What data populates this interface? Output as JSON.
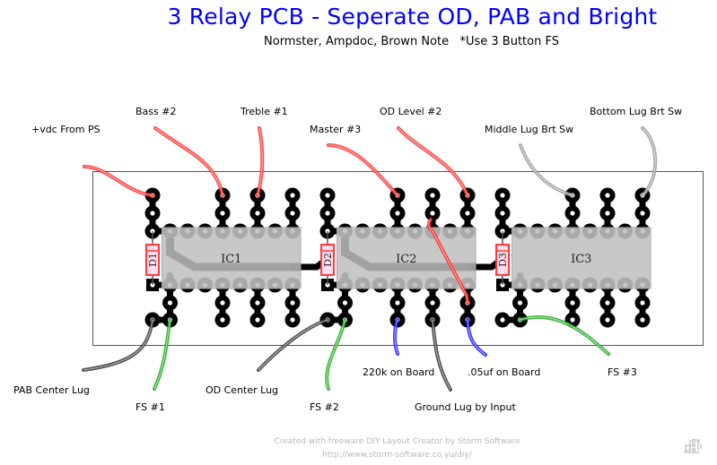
{
  "header": {
    "title": "3 Relay PCB - Seperate OD, PAB and Bright",
    "subtitle": "Normster, Ampdoc, Brown Note   *Use 3 Button FS"
  },
  "colors": {
    "title": "#0000ff",
    "trace": "#000000",
    "ic_body": "#c0c0c0",
    "diode_outline": "#ff3b3b",
    "wire_red": "#ff2a2a",
    "wire_gray": "#9a9a9a",
    "wire_black": "#333333",
    "wire_green": "#22aa22",
    "wire_blue": "#1a1aff"
  },
  "components": {
    "ics": [
      {
        "label": "IC1"
      },
      {
        "label": "IC2"
      },
      {
        "label": "IC3"
      }
    ],
    "diodes": [
      {
        "label": "D1"
      },
      {
        "label": "D2"
      },
      {
        "label": "D3"
      }
    ]
  },
  "wire_labels": {
    "vdc": "+vdc From PS",
    "bass": "Bass #2",
    "treble": "Treble #1",
    "master": "Master #3",
    "od_level": "OD Level #2",
    "middle_lug": "Middle Lug Brt Sw",
    "bottom_lug": "Bottom Lug Brt Sw",
    "pab_center": "PAB Center Lug",
    "fs1": "FS #1",
    "od_center": "OD Center Lug",
    "fs2": "FS #2",
    "r220k": "220k on Board",
    "ground": "Ground Lug by Input",
    "cap05": ".05uf on Board",
    "fs3": "FS #3"
  },
  "footer": {
    "line1": "Created with freeware DIY Layout Creator by Storm Software",
    "line2": "http://www.storm-software.co.yu/diy/",
    "logo_icon": "diy-logo-icon"
  }
}
